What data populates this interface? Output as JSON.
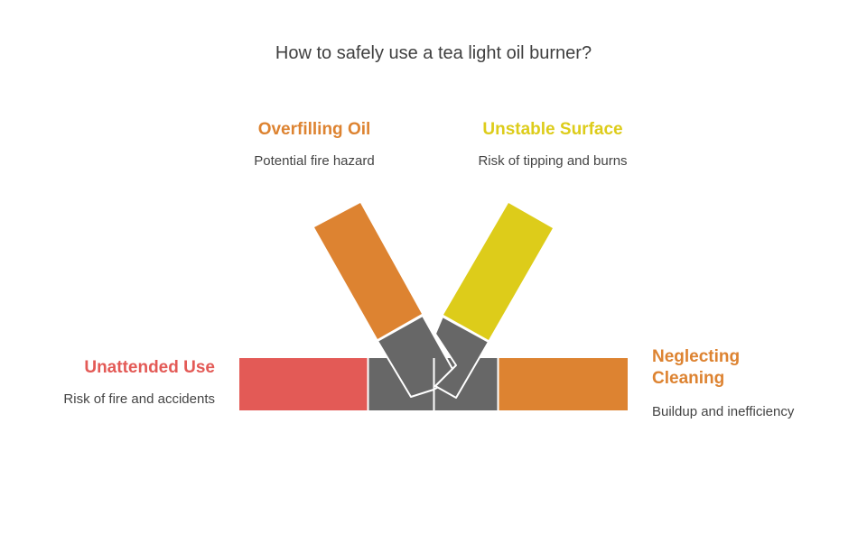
{
  "title": "How to safely use a tea light oil burner?",
  "colors": {
    "red": "#e35a56",
    "orange": "#dd8331",
    "yellow": "#ddcc1a",
    "hub": "#676767",
    "edge": "#ffffff"
  },
  "items": {
    "overfilling": {
      "title": "Overfilling Oil",
      "desc": "Potential fire hazard",
      "color": "#dd8331"
    },
    "unstable": {
      "title": "Unstable Surface",
      "desc": "Risk of tipping and burns",
      "color": "#ddcc1a"
    },
    "unattended": {
      "title": "Unattended Use",
      "desc": "Risk of fire and accidents",
      "color": "#e35a56"
    },
    "neglecting": {
      "title": "Neglecting Cleaning",
      "title_lines": [
        "Neglecting",
        "Cleaning"
      ],
      "desc": "Buildup and inefficiency",
      "color": "#dd8331"
    }
  }
}
